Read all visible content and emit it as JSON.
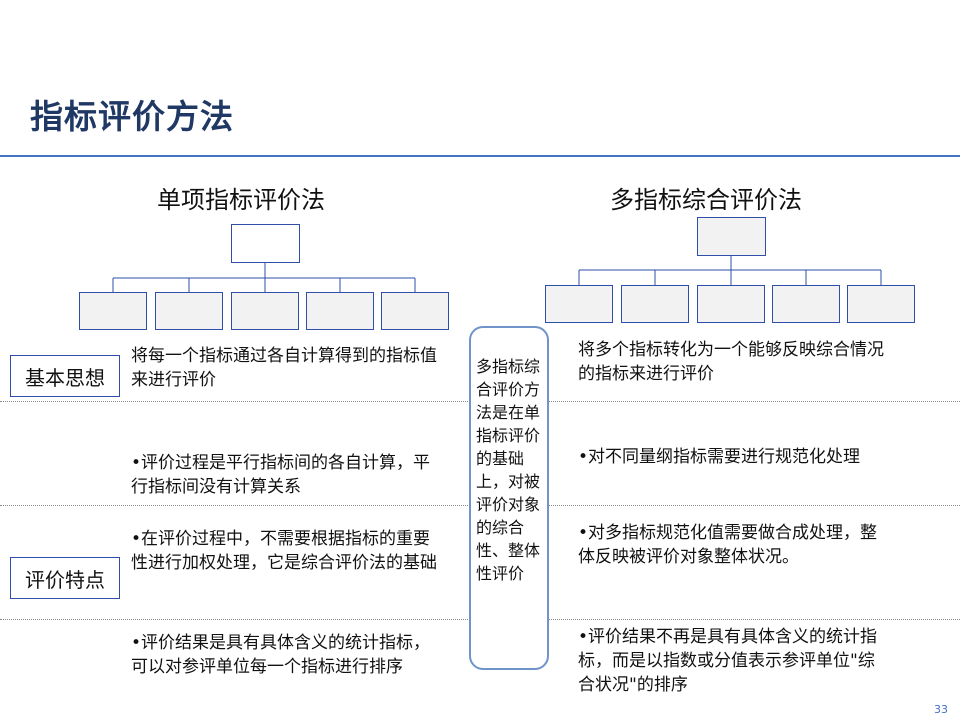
{
  "page": {
    "title": "指标评价方法",
    "page_number": "33"
  },
  "single_method": {
    "heading": "单项指标评价法",
    "idea": "将每一个指标通过各自计算得到的指标值来进行评价",
    "features": [
      "•评价过程是平行指标间的各自计算，平行指标间没有计算关系",
      "•在评价过程中，不需要根据指标的重要性进行加权处理，它是综合评价法的基础",
      "•评价结果是具有具体含义的统计指标，可以对参评单位每一个指标进行排序"
    ]
  },
  "multi_method": {
    "heading": "多指标综合评价法",
    "idea": "将多个指标转化为一个能够反映综合情况的指标来进行评价",
    "features": [
      "•对不同量纲指标需要进行规范化处理",
      "•对多指标规范化值需要做合成处理，整体反映被评价对象整体状况。",
      "•评价结果不再是具有具体含义的统计指标，而是以指数或分值表示参评单位\"综合状况\"的排序"
    ]
  },
  "labels": {
    "basic_idea": "基本思想",
    "features": "评价特点"
  },
  "center_note": "多指标综合评价方法是在单指标评价的基础上，对被评价对象的综合性、整体性评价",
  "colors": {
    "title": "#1f3864",
    "accent": "#4472c4",
    "box_border": "#2f4fa8",
    "card_border": "#6f95c8"
  }
}
